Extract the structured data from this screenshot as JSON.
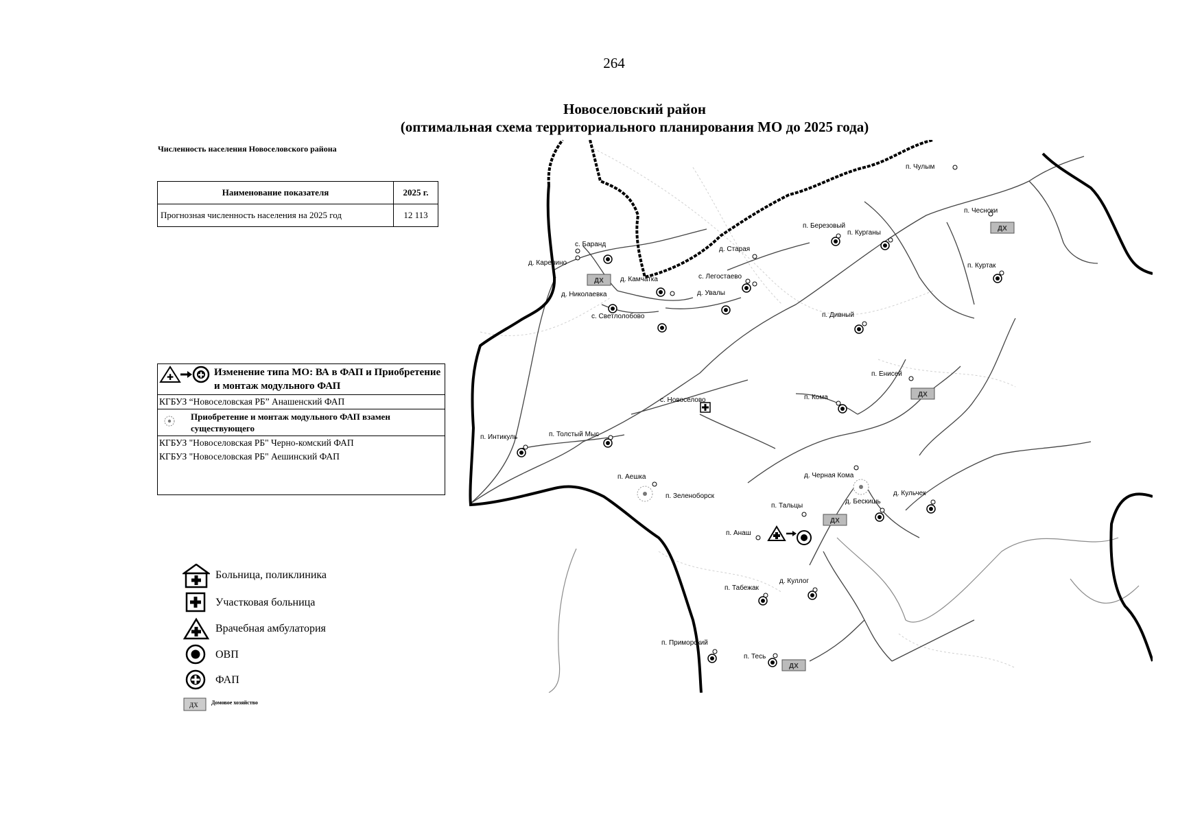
{
  "page_number": "264",
  "title": {
    "line1": "Новоселовский район",
    "line2": "(оптимальная схема территориального планирования МО до 2025 года)"
  },
  "population": {
    "caption": "Численность населения Новоселовского района",
    "header_name": "Наименование показателя",
    "header_year": "2025 г.",
    "row_name": "Прогнозная численность населения на 2025 год",
    "row_value": "12 113"
  },
  "changes": {
    "title": "Изменение типа МО: ВА в ФАП и Приобретение и монтаж модульного ФАП",
    "item1": "КГБУЗ “Новоселовская РБ” Анашенский ФАП",
    "subtitle": "Приобретение и монтаж модульного ФАП взамен существующего",
    "item2": "КГБУЗ \"Новоселовская РБ\" Черно-комский ФАП",
    "item3": "КГБУЗ \"Новоселовская РБ\" Аешинский ФАП"
  },
  "legend": {
    "hospital": "Больница, поликлиника",
    "district_hospital": "Участковая больница",
    "ambulatory": "Врачебная амбулатория",
    "ovp": "ОВП",
    "fap": "ФАП",
    "house": "Домовое хозяйство",
    "house_badge": "ДХ"
  },
  "map": {
    "settlements": [
      "п. Чулым",
      "п. Чесноки",
      "п. Березовый",
      "п. Курганы",
      "д. Старая",
      "с. Баранд",
      "д. Карелино",
      "д. Камчатка",
      "с. Легостаево",
      "д. Николаевка",
      "д. Увалы",
      "с. Светлолобово",
      "п. Куртак",
      "п. Дивный",
      "п. Енисей",
      "п. Кома",
      "с. Новоселово",
      "п. Интикуль",
      "п. Толстый Мыс",
      "п. Аешка",
      "п. Зеленоборск",
      "д. Черная Кома",
      "д. Бескишь",
      "д. Кульчек",
      "п. Тальцы",
      "п. Анаш",
      "п. Табежак",
      "д. Куллог",
      "п. Приморский",
      "п. Тесь"
    ]
  }
}
